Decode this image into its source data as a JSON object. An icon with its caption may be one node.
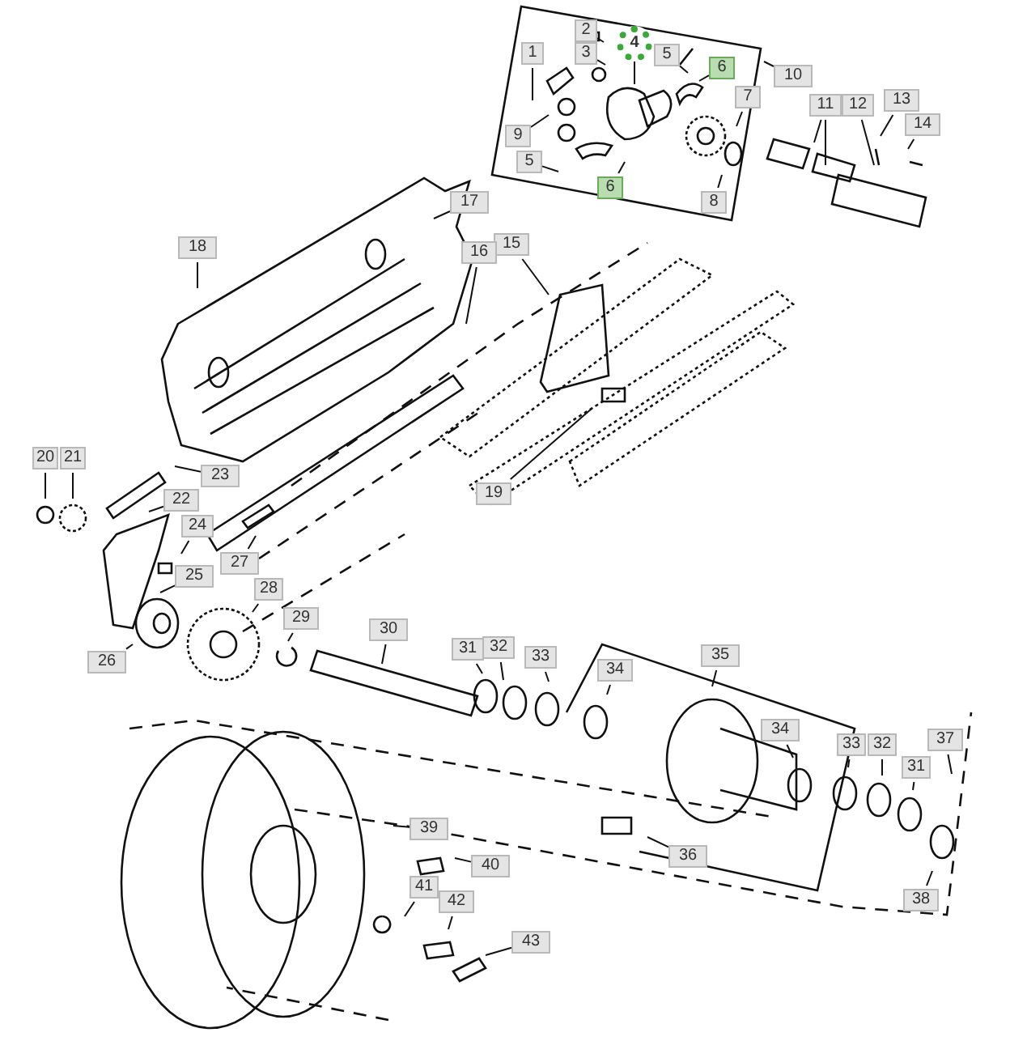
{
  "diagram": {
    "nodes": [
      {
        "text": [
          "1"
        ]
      },
      {
        "text": [
          "2"
        ]
      },
      {
        "text": [
          "3"
        ]
      },
      {
        "text": [
          "4"
        ]
      },
      {
        "text": [
          "5"
        ]
      },
      {
        "text": [
          "6"
        ]
      },
      {
        "text": [
          "7"
        ]
      },
      {
        "text": [
          "8"
        ]
      },
      {
        "text": [
          "9"
        ]
      },
      {
        "text": [
          "10"
        ]
      },
      {
        "text": [
          "11"
        ]
      },
      {
        "text": [
          "12"
        ]
      },
      {
        "text": [
          "13"
        ]
      },
      {
        "text": [
          "14"
        ]
      },
      {
        "text": [
          "5"
        ]
      },
      {
        "text": [
          "6"
        ]
      },
      {
        "text": [
          "15"
        ]
      },
      {
        "text": [
          "16"
        ]
      },
      {
        "text": [
          "17"
        ]
      },
      {
        "text": [
          "18"
        ]
      },
      {
        "text": [
          "19"
        ]
      },
      {
        "text": [
          "20"
        ]
      },
      {
        "text": [
          "21"
        ]
      },
      {
        "text": [
          "22"
        ]
      },
      {
        "text": [
          "23"
        ]
      },
      {
        "text": [
          "24"
        ]
      },
      {
        "text": [
          "25"
        ]
      },
      {
        "text": [
          "26"
        ]
      },
      {
        "text": [
          "27"
        ]
      },
      {
        "text": [
          "28"
        ]
      },
      {
        "text": [
          "29"
        ]
      },
      {
        "text": [
          "30"
        ]
      },
      {
        "text": [
          "31"
        ]
      },
      {
        "text": [
          "32"
        ]
      },
      {
        "text": [
          "33"
        ]
      },
      {
        "text": [
          "34"
        ]
      },
      {
        "text": [
          "35"
        ]
      },
      {
        "text": [
          "34"
        ]
      },
      {
        "text": [
          "33"
        ]
      },
      {
        "text": [
          "32"
        ]
      },
      {
        "text": [
          "31"
        ]
      },
      {
        "text": [
          "37"
        ]
      },
      {
        "text": [
          "38"
        ]
      },
      {
        "text": [
          "36"
        ]
      },
      {
        "text": [
          "39"
        ]
      },
      {
        "text": [
          "40"
        ]
      },
      {
        "text": [
          "41"
        ]
      },
      {
        "text": [
          "42"
        ]
      },
      {
        "text": [
          "43"
        ]
      }
    ],
    "edges": [
      {
        "from": 0,
        "to": null,
        "arrow": "none"
      },
      {
        "from": 1,
        "to": null,
        "arrow": "none"
      },
      {
        "from": 2,
        "to": null,
        "arrow": "none"
      },
      {
        "from": 3,
        "to": null,
        "arrow": "none"
      },
      {
        "from": 4,
        "to": null,
        "arrow": "none"
      },
      {
        "from": 5,
        "to": null,
        "arrow": "none"
      },
      {
        "from": 6,
        "to": null,
        "arrow": "none"
      },
      {
        "from": 7,
        "to": null,
        "arrow": "none"
      },
      {
        "from": 8,
        "to": null,
        "arrow": "none"
      },
      {
        "from": 9,
        "to": null,
        "arrow": "none"
      },
      {
        "from": 10,
        "to": null,
        "arrow": "none"
      },
      {
        "from": 10,
        "to": null,
        "arrow": "none"
      },
      {
        "from": 11,
        "to": null,
        "arrow": "none"
      },
      {
        "from": 12,
        "to": null,
        "arrow": "none"
      },
      {
        "from": 13,
        "to": null,
        "arrow": "none"
      },
      {
        "from": 14,
        "to": null,
        "arrow": "none"
      },
      {
        "from": 15,
        "to": null,
        "arrow": "none"
      },
      {
        "from": 16,
        "to": null,
        "arrow": "none"
      },
      {
        "from": 17,
        "to": null,
        "arrow": "none"
      },
      {
        "from": 18,
        "to": null,
        "arrow": "none"
      },
      {
        "from": 19,
        "to": null,
        "arrow": "none"
      },
      {
        "from": 20,
        "to": null,
        "arrow": "none"
      },
      {
        "from": 21,
        "to": null,
        "arrow": "none"
      },
      {
        "from": 22,
        "to": null,
        "arrow": "none"
      },
      {
        "from": 23,
        "to": null,
        "arrow": "none"
      },
      {
        "from": 24,
        "to": null,
        "arrow": "none"
      },
      {
        "from": 25,
        "to": null,
        "arrow": "none"
      },
      {
        "from": 26,
        "to": null,
        "arrow": "none"
      },
      {
        "from": 27,
        "to": null,
        "arrow": "none"
      },
      {
        "from": 28,
        "to": null,
        "arrow": "none"
      },
      {
        "from": 29,
        "to": null,
        "arrow": "none"
      },
      {
        "from": 30,
        "to": null,
        "arrow": "none"
      },
      {
        "from": 31,
        "to": null,
        "arrow": "none"
      },
      {
        "from": 32,
        "to": null,
        "arrow": "none"
      },
      {
        "from": 33,
        "to": null,
        "arrow": "none"
      },
      {
        "from": 34,
        "to": null,
        "arrow": "none"
      },
      {
        "from": 35,
        "to": null,
        "arrow": "none"
      },
      {
        "from": 36,
        "to": null,
        "arrow": "none"
      },
      {
        "from": 37,
        "to": null,
        "arrow": "none"
      },
      {
        "from": 38,
        "to": null,
        "arrow": "none"
      },
      {
        "from": 39,
        "to": null,
        "arrow": "none"
      },
      {
        "from": 40,
        "to": null,
        "arrow": "none"
      },
      {
        "from": 41,
        "to": null,
        "arrow": "none"
      },
      {
        "from": 42,
        "to": null,
        "arrow": "none"
      },
      {
        "from": 43,
        "to": null,
        "arrow": "none"
      },
      {
        "from": 44,
        "to": null,
        "arrow": "none"
      },
      {
        "from": 45,
        "to": null,
        "arrow": "none"
      },
      {
        "from": 46,
        "to": null,
        "arrow": "none"
      },
      {
        "from": 47,
        "to": null,
        "arrow": "none"
      },
      {
        "from": 48,
        "to": null,
        "arrow": "none"
      }
    ]
  }
}
